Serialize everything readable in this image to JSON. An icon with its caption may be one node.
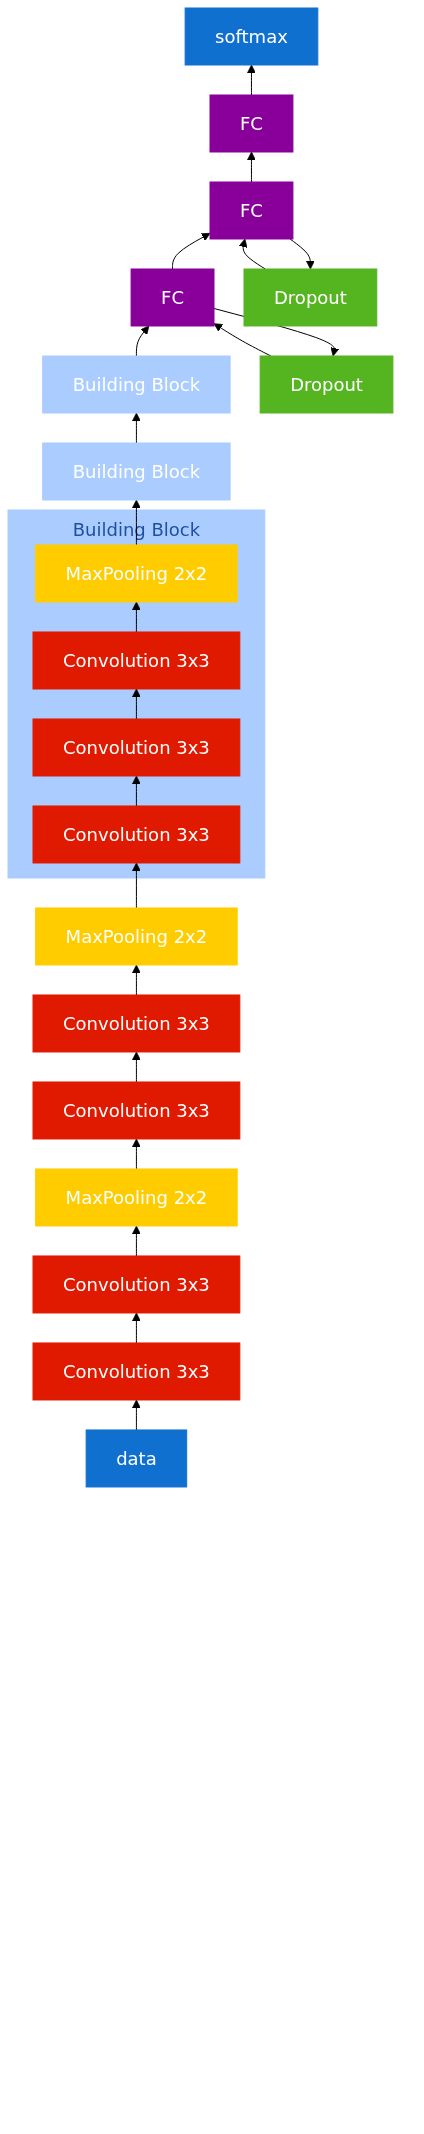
{
  "diagram": {
    "nodes": [
      {
        "text": [
          "softmax"
        ]
      },
      {
        "text": [
          "FC"
        ]
      },
      {
        "text": [
          "Dropout"
        ]
      },
      {
        "text": [
          "Dropout"
        ]
      },
      {
        "text": [
          "FC"
        ]
      },
      {
        "text": [
          "FC"
        ]
      },
      {
        "text": [
          "Building Block"
        ]
      },
      {
        "text": [
          "Building Block"
        ]
      },
      {
        "text": [
          "Building Block"
        ]
      },
      {
        "text": [
          "MaxPooling 2x2"
        ],
        "in": 8
      },
      {
        "text": [
          "Convolution 3x3"
        ],
        "in": 8
      },
      {
        "text": [
          "Convolution 3x3"
        ],
        "in": 8
      },
      {
        "text": [
          "Convolution 3x3"
        ],
        "in": 8
      },
      {
        "text": [
          "MaxPooling 2x2"
        ]
      },
      {
        "text": [
          "Convolution 3x3"
        ]
      },
      {
        "text": [
          "Convolution 3x3"
        ]
      },
      {
        "text": [
          "MaxPooling 2x2"
        ]
      },
      {
        "text": [
          "Convolution 3x3"
        ]
      },
      {
        "text": [
          "Convolution 3x3"
        ]
      },
      {
        "text": [
          "data"
        ]
      }
    ],
    "edges": [
      {
        "from": 19,
        "to": 18,
        "arrow": "to"
      },
      {
        "from": 18,
        "to": 17,
        "arrow": "to"
      },
      {
        "from": 17,
        "to": 16,
        "arrow": "to"
      },
      {
        "from": 16,
        "to": 15,
        "arrow": "to"
      },
      {
        "from": 15,
        "to": 14,
        "arrow": "to"
      },
      {
        "from": 14,
        "to": 13,
        "arrow": "to"
      },
      {
        "from": 13,
        "to": 12,
        "arrow": "to"
      },
      {
        "from": 12,
        "to": 11,
        "arrow": "to"
      },
      {
        "from": 11,
        "to": 10,
        "arrow": "to"
      },
      {
        "from": 10,
        "to": 9,
        "arrow": "to"
      },
      {
        "from": 9,
        "to": 7,
        "arrow": "to"
      },
      {
        "from": 7,
        "to": 6,
        "arrow": "to"
      },
      {
        "from": 6,
        "to": 5,
        "arrow": "to"
      },
      {
        "from": 5,
        "to": 3,
        "arrow": "to"
      },
      {
        "from": 3,
        "to": 5,
        "arrow": "to"
      },
      {
        "from": 5,
        "to": 4,
        "arrow": "to"
      },
      {
        "from": 4,
        "to": 2,
        "arrow": "to"
      },
      {
        "from": 2,
        "to": 4,
        "arrow": "to"
      },
      {
        "from": 4,
        "to": 1,
        "arrow": "to"
      },
      {
        "from": 1,
        "to": 0,
        "arrow": "to"
      }
    ]
  }
}
